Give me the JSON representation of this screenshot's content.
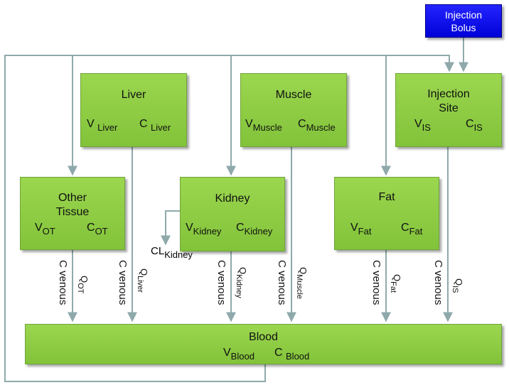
{
  "injection": {
    "line1": "Injection",
    "line2": "Bolus"
  },
  "liver": {
    "title": "Liver",
    "v_sym": "V",
    "v_sub": "Liver",
    "c_sym": "C",
    "c_sub": "Liver"
  },
  "muscle": {
    "title": "Muscle",
    "v_sym": "V",
    "v_sub": "Muscle",
    "c_sym": "C",
    "c_sub": "Muscle"
  },
  "injection_site": {
    "title_line1": "Injection",
    "title_line2": "Site",
    "v_sym": "V",
    "v_sub": "IS",
    "c_sym": "C",
    "c_sub": "IS"
  },
  "other_tissue": {
    "title_line1": "Other",
    "title_line2": "Tissue",
    "v_sym": "V",
    "v_sub": "OT",
    "c_sym": "C",
    "c_sub": "OT"
  },
  "kidney": {
    "title": "Kidney",
    "v_sym": "V",
    "v_sub": "Kidney",
    "c_sym": "C",
    "c_sub": "Kidney"
  },
  "fat": {
    "title": "Fat",
    "v_sym": "V",
    "v_sub": "Fat",
    "c_sym": "C",
    "c_sub": "Fat"
  },
  "clearance": {
    "sym": "CL",
    "sub": "Kidney"
  },
  "blood": {
    "title": "Blood",
    "v_sym": "V",
    "v_sub": "Blood",
    "c_sym": "C",
    "c_sub": "Blood"
  },
  "flows": {
    "venous_label": "C venous",
    "q_sym": "Q",
    "ot": "OT",
    "liver": "Liver",
    "kidney": "Kidney",
    "muscle": "Muscle",
    "fat": "Fat",
    "is": "IS"
  }
}
